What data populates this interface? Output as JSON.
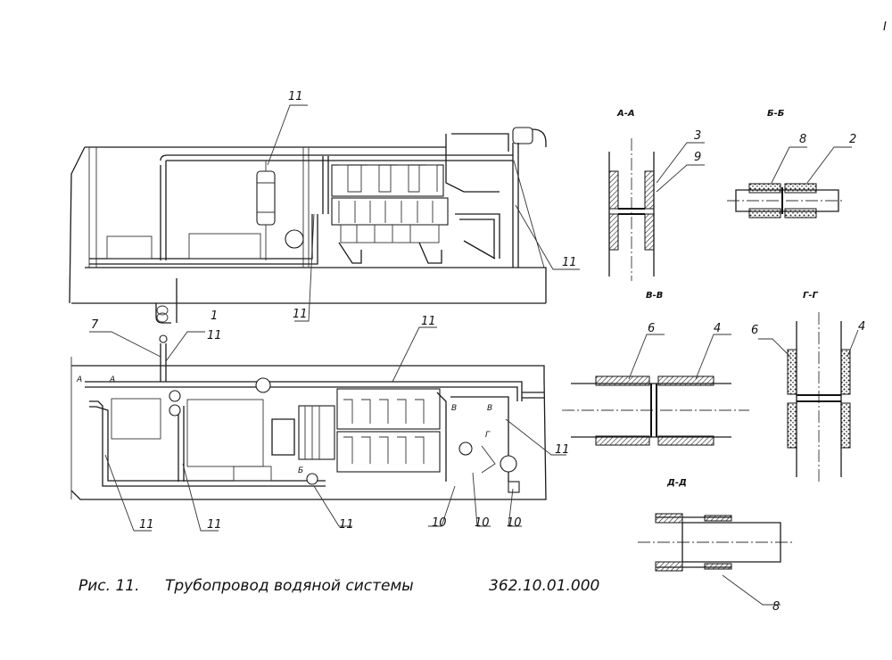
{
  "corner_mark": "I",
  "plan_top": {
    "callouts": [
      "11",
      "11",
      "11"
    ]
  },
  "plan_bottom": {
    "callouts": [
      "7",
      "1",
      "11",
      "11",
      "11",
      "11",
      "11",
      "11",
      "10",
      "10",
      "10"
    ],
    "markers": [
      "A",
      "A",
      "Б",
      "В",
      "В",
      "Г"
    ]
  },
  "sections": {
    "aa": {
      "title": "А-А",
      "callouts": [
        "3",
        "9"
      ]
    },
    "bb": {
      "title": "Б-Б",
      "callouts": [
        "8",
        "2"
      ]
    },
    "vv": {
      "title": "В-В",
      "callouts": [
        "6",
        "4"
      ]
    },
    "gg": {
      "title": "Г-Г",
      "callouts": [
        "6",
        "4"
      ]
    },
    "dd": {
      "title": "Д-Д",
      "callouts": [
        "8"
      ]
    }
  },
  "caption": {
    "figure": "Рис. 11.",
    "title": "Трубопровод водяной системы",
    "code": "362.10.01.000"
  }
}
